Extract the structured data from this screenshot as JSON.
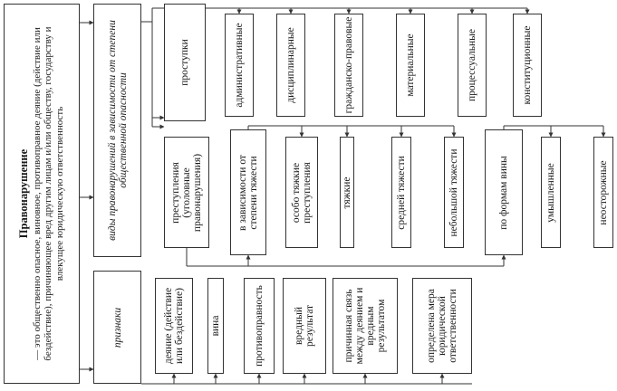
{
  "definition": {
    "title": "Правонарушение",
    "text": "— это общественно опасное, виновное, противоправное деяние (действие или бездействие), причиняющее вред другим лицам и/или обществу, государству и влекущее юридическую ответственность"
  },
  "branch_by_danger": {
    "label": "виды правонарушений в зависимости от степени общественной опасности",
    "items": [
      "проступки",
      "административные",
      "дисциплинарные",
      "гражданско-правовые",
      "материальные",
      "процессуальные",
      "конституционные"
    ]
  },
  "branch_crimes": {
    "crimes": "преступления (уголовные правонарушения)",
    "by_gravity": "в зависимости от степени тяжести",
    "gravity_items": [
      "особо тяжкие преступления",
      "тяжкие",
      "средней тяжести",
      "небольшой тяжести"
    ],
    "by_guilt": "по формам вины",
    "guilt_items": [
      "умышленные",
      "неосторожные"
    ]
  },
  "branch_signs": {
    "label": "признаки",
    "items": [
      "деяние (действие или бездействие)",
      "вина",
      "противоправность",
      "вредный результат",
      "причинная связь между деянием и вредным результатом",
      "определена мера юридической ответственности"
    ]
  },
  "colors": {
    "line": "#333333",
    "text": "#1a1a1a",
    "background": "#ffffff"
  }
}
